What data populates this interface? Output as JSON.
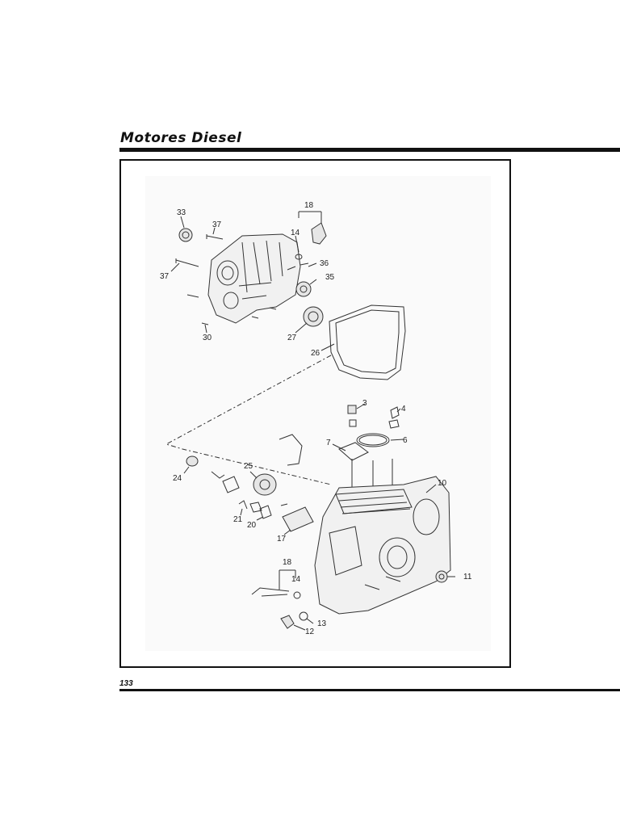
{
  "header": {
    "title": "Motores Diesel"
  },
  "footer": {
    "page_number": "133"
  },
  "callouts": {
    "c33": "33",
    "c37_top": "37",
    "c18_top": "18",
    "c14_top": "14",
    "c36": "36",
    "c37_left": "37",
    "c35": "35",
    "c30": "30",
    "c27": "27",
    "c26": "26",
    "c3": "3",
    "c4": "4",
    "c7": "7",
    "c6": "6",
    "c25": "25",
    "c24": "24",
    "c10": "10",
    "c21": "21",
    "c20": "20",
    "c17": "17",
    "c18_bottom": "18",
    "c14_bottom": "14",
    "c11": "11",
    "c13": "13",
    "c12": "12"
  }
}
